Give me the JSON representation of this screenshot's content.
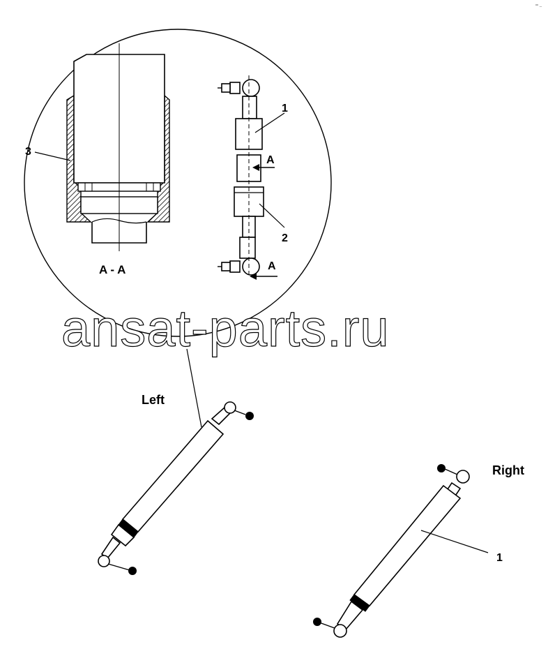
{
  "corner_mark": "°° ...",
  "labels": {
    "callout_1_top": "1",
    "callout_2": "2",
    "callout_3": "3",
    "view_arrow_top": "A",
    "view_arrow_bottom": "A",
    "section_label": "A - A",
    "left": "Left",
    "right": "Right",
    "callout_1_right": "1"
  },
  "watermark": "ansat-parts.ru",
  "colors": {
    "line": "#000000",
    "background": "#ffffff",
    "hatch": "#000000"
  }
}
